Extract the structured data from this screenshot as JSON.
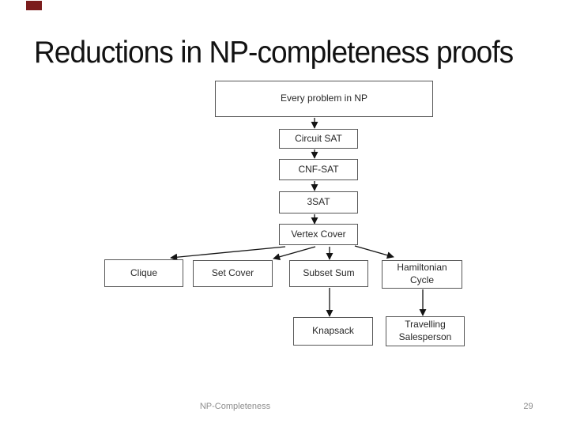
{
  "slide": {
    "title": "Reductions in NP-completeness proofs",
    "footer": "NP-Completeness",
    "page_number": "29"
  },
  "colors": {
    "accent_mark": "#7b1d1d",
    "title_text": "#121212",
    "box_border": "#565656",
    "box_text": "#272727",
    "arrow_line": "#141414",
    "footer_text": "#8d8d8d"
  },
  "diagram": {
    "nodes": [
      {
        "id": "every-problem-in-np",
        "label": "Every problem in NP"
      },
      {
        "id": "circuit-sat",
        "label": "Circuit SAT"
      },
      {
        "id": "cnf-sat",
        "label": "CNF-SAT"
      },
      {
        "id": "3sat",
        "label": "3SAT"
      },
      {
        "id": "vertex-cover",
        "label": "Vertex Cover"
      },
      {
        "id": "clique",
        "label": "Clique"
      },
      {
        "id": "set-cover",
        "label": "Set Cover"
      },
      {
        "id": "subset-sum",
        "label": "Subset Sum"
      },
      {
        "id": "hamiltonian-cycle",
        "label": "Hamiltonian Cycle"
      },
      {
        "id": "knapsack",
        "label": "Knapsack"
      },
      {
        "id": "travelling-salesperson",
        "label": "Travelling Salesperson"
      }
    ],
    "edges": [
      {
        "from": "every-problem-in-np",
        "to": "circuit-sat"
      },
      {
        "from": "circuit-sat",
        "to": "cnf-sat"
      },
      {
        "from": "cnf-sat",
        "to": "3sat"
      },
      {
        "from": "3sat",
        "to": "vertex-cover"
      },
      {
        "from": "vertex-cover",
        "to": "clique"
      },
      {
        "from": "vertex-cover",
        "to": "set-cover"
      },
      {
        "from": "vertex-cover",
        "to": "subset-sum"
      },
      {
        "from": "vertex-cover",
        "to": "hamiltonian-cycle"
      },
      {
        "from": "subset-sum",
        "to": "knapsack"
      },
      {
        "from": "hamiltonian-cycle",
        "to": "travelling-salesperson"
      }
    ]
  }
}
